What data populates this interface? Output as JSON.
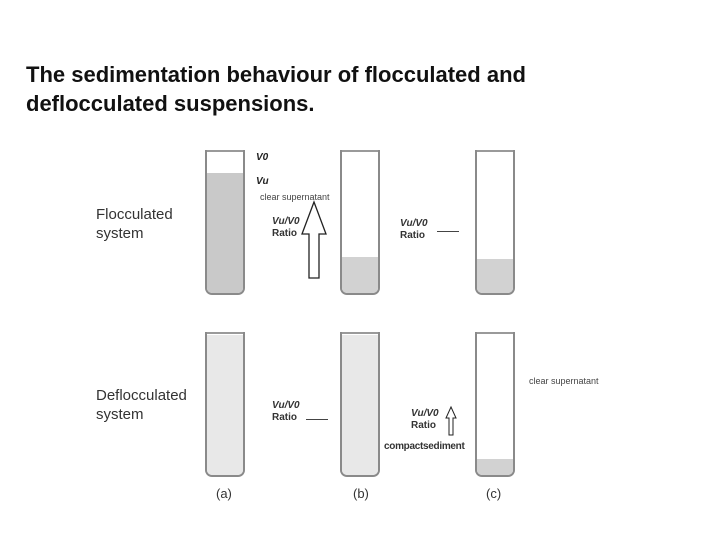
{
  "title": {
    "line1": "The sedimentation behaviour of flocculated and",
    "line2": "deflocculated suspensions."
  },
  "systems": {
    "flocculated": {
      "line1": "Flocculated",
      "line2": "system"
    },
    "deflocculated": {
      "line1": "Deflocculated",
      "line2": "system"
    }
  },
  "labels": {
    "v0": "V0",
    "vu": "Vu",
    "ratio_formula": "Vu/V0",
    "ratio_word": "Ratio",
    "clear_supernatant": "clear supernatant",
    "compact_sediment": "compactsediment"
  },
  "captions": [
    "(a)",
    "(b)",
    "(c)"
  ],
  "colors": {
    "suspension": "#c9c9c9",
    "light_suspension": "#e8e8e8",
    "tube_outline": "#8a8a8a"
  }
}
